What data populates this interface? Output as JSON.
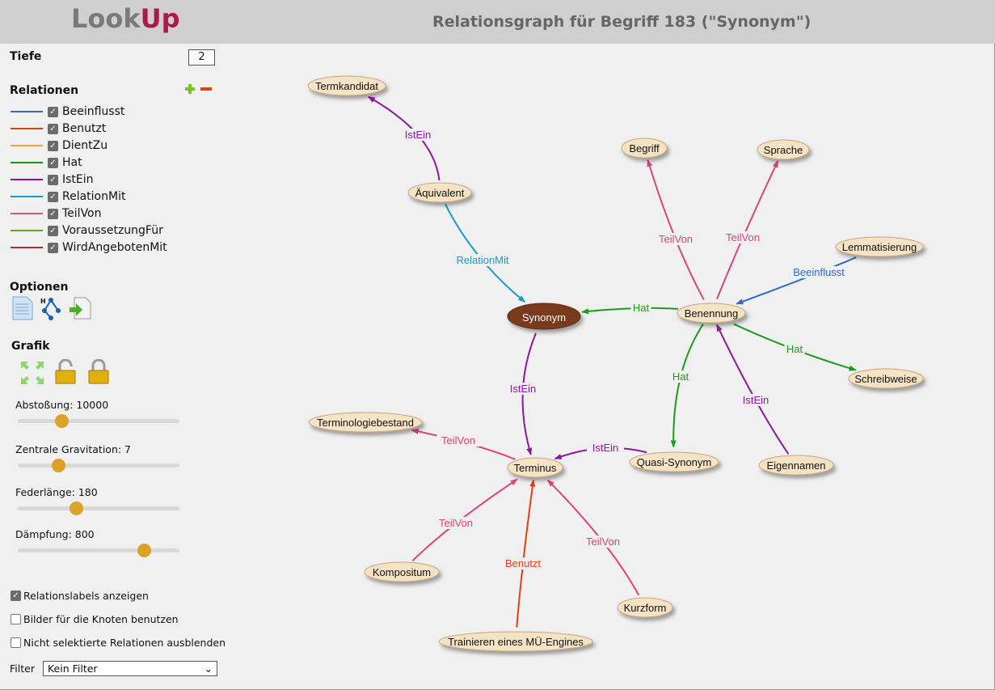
{
  "header": {
    "logo_left": "Look",
    "logo_right": "Up",
    "title": "Relationsgraph für Begriff 183 (\"Synonym\")"
  },
  "sidebar": {
    "tiefe_label": "Tiefe",
    "tiefe_value": "2",
    "relationen_label": "Relationen",
    "relations": [
      {
        "label": "Beeinflusst",
        "color": "#3a67b8",
        "checked": true
      },
      {
        "label": "Benutzt",
        "color": "#d9441c",
        "checked": true
      },
      {
        "label": "DientZu",
        "color": "#eba53a",
        "checked": true
      },
      {
        "label": "Hat",
        "color": "#1f8f1f",
        "checked": true
      },
      {
        "label": "IstEin",
        "color": "#8a1a8a",
        "checked": true
      },
      {
        "label": "RelationMit",
        "color": "#1a9bc4",
        "checked": true
      },
      {
        "label": "TeilVon",
        "color": "#c9597f",
        "checked": true
      },
      {
        "label": "VoraussetzungFür",
        "color": "#6aa81a",
        "checked": true
      },
      {
        "label": "WirdAngebotenMit",
        "color": "#a83232",
        "checked": true
      }
    ],
    "optionen_label": "Optionen",
    "grafik_label": "Grafik",
    "sliders": [
      {
        "label": "Abstoßung: 10000",
        "fraction": 0.27
      },
      {
        "label": "Zentrale Gravitation: 7",
        "fraction": 0.25
      },
      {
        "label": "Federlänge: 180",
        "fraction": 0.36
      },
      {
        "label": "Dämpfung: 800",
        "fraction": 0.78
      }
    ],
    "options": [
      {
        "label": "Relationslabels anzeigen",
        "checked": true
      },
      {
        "label": "Bilder für die Knoten benutzen",
        "checked": false
      },
      {
        "label": "Nicht selektierte Relationen ausblenden",
        "checked": false
      }
    ],
    "filter_label": "Filter",
    "filter_value": "Kein Filter"
  },
  "graph": {
    "center": "Synonym",
    "nodes": [
      "Termkandidat",
      "Äquivalent",
      "Begriff",
      "Sprache",
      "Lemmatisierung",
      "Synonym",
      "Benennung",
      "Schreibweise",
      "Terminologiebestand",
      "Terminus",
      "Quasi-Synonym",
      "Eigennamen",
      "Kompositum",
      "Kurzform",
      "Trainieren eines MÜ-Engines"
    ],
    "edges": [
      {
        "from": "Äquivalent",
        "to": "Termkandidat",
        "relation": "IstEin"
      },
      {
        "from": "Äquivalent",
        "to": "Synonym",
        "relation": "RelationMit"
      },
      {
        "from": "Benennung",
        "to": "Begriff",
        "relation": "TeilVon"
      },
      {
        "from": "Benennung",
        "to": "Sprache",
        "relation": "TeilVon"
      },
      {
        "from": "Lemmatisierung",
        "to": "Benennung",
        "relation": "Beeinflusst"
      },
      {
        "from": "Benennung",
        "to": "Synonym",
        "relation": "Hat"
      },
      {
        "from": "Benennung",
        "to": "Schreibweise",
        "relation": "Hat"
      },
      {
        "from": "Benennung",
        "to": "Quasi-Synonym",
        "relation": "Hat"
      },
      {
        "from": "Eigennamen",
        "to": "Benennung",
        "relation": "IstEin"
      },
      {
        "from": "Synonym",
        "to": "Terminus",
        "relation": "IstEin"
      },
      {
        "from": "Terminus",
        "to": "Terminologiebestand",
        "relation": "TeilVon"
      },
      {
        "from": "Quasi-Synonym",
        "to": "Terminus",
        "relation": "IstEin"
      },
      {
        "from": "Kompositum",
        "to": "Terminus",
        "relation": "TeilVon"
      },
      {
        "from": "Trainieren eines MÜ-Engines",
        "to": "Terminus",
        "relation": "Benutzt"
      },
      {
        "from": "Kurzform",
        "to": "Terminus",
        "relation": "TeilVon"
      }
    ]
  }
}
